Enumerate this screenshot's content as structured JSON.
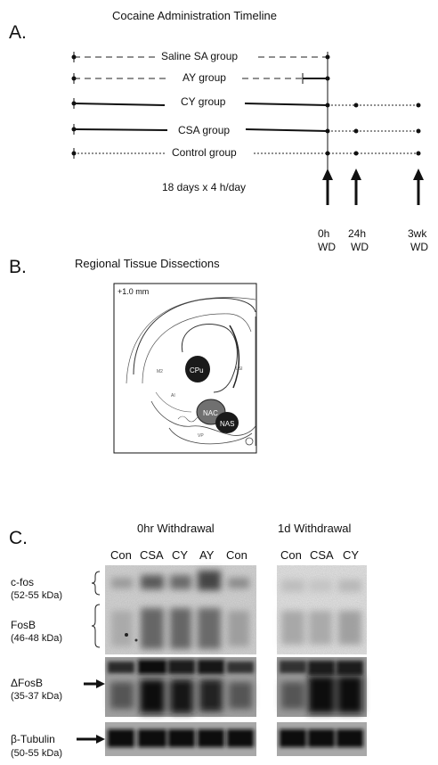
{
  "panel_a": {
    "letter": "A.",
    "title": "Cocaine Administration Timeline",
    "groups": [
      "Saline SA group",
      "AY group",
      "CY group",
      "CSA group",
      "Control group"
    ],
    "duration": "18 days x 4 h/day",
    "timepoints": [
      {
        "top": "0h",
        "bottom": "WD"
      },
      {
        "top": "24h",
        "bottom": "WD"
      },
      {
        "top": "3wk",
        "bottom": "WD"
      }
    ]
  },
  "panel_b": {
    "letter": "B.",
    "title": "Regional Tissue Dissections",
    "coord": "+1.0 mm",
    "regions": [
      "CPu",
      "NAC",
      "NAS"
    ]
  },
  "panel_c": {
    "letter": "C.",
    "blot1_title": "0hr Withdrawal",
    "blot2_title": "1d Withdrawal",
    "blot1_lanes": [
      "Con",
      "CSA",
      "CY",
      "AY",
      "Con"
    ],
    "blot2_lanes": [
      "Con",
      "CSA",
      "CY"
    ],
    "proteins": [
      {
        "name": "c-fos",
        "kda": "(52-55 kDa)"
      },
      {
        "name": "FosB",
        "kda": "(46-48 kDa)"
      },
      {
        "name": "ΔFosB",
        "kda": "(35-37 kDa)"
      },
      {
        "name": "β-Tubulin",
        "kda": "(50-55 kDa)"
      }
    ]
  }
}
